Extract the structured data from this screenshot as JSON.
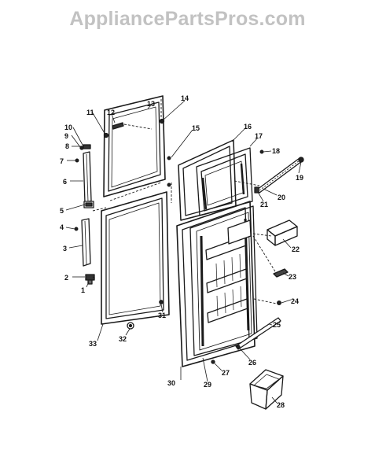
{
  "watermark": "AppliancePartsPros.com",
  "callouts": [
    "1",
    "2",
    "3",
    "4",
    "5",
    "6",
    "7",
    "8",
    "9",
    "10",
    "11",
    "12",
    "13",
    "14",
    "15",
    "16",
    "17",
    "18",
    "19",
    "20",
    "21",
    "22",
    "23",
    "24",
    "25",
    "26",
    "27",
    "28",
    "29",
    "30",
    "31",
    "32",
    "33"
  ]
}
